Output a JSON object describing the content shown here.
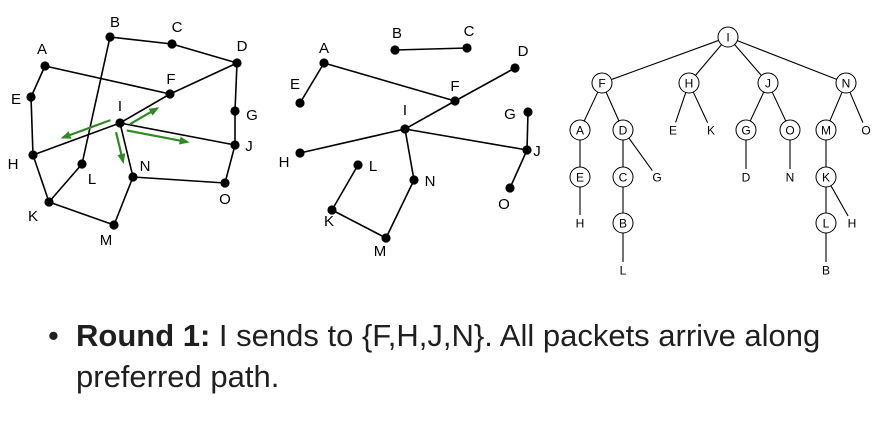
{
  "colors": {
    "edge": "#000000",
    "node": "#000000",
    "arrow": "#2e8b24",
    "text": "#1f1f1f"
  },
  "graphs": [
    {
      "nodes": [
        {
          "id": "A",
          "label": "A"
        },
        {
          "id": "B",
          "label": "B"
        },
        {
          "id": "C",
          "label": "C"
        },
        {
          "id": "D",
          "label": "D"
        },
        {
          "id": "E",
          "label": "E"
        },
        {
          "id": "F",
          "label": "F"
        },
        {
          "id": "G",
          "label": "G"
        },
        {
          "id": "H",
          "label": "H"
        },
        {
          "id": "I",
          "label": "I"
        },
        {
          "id": "J",
          "label": "J"
        },
        {
          "id": "K",
          "label": "K"
        },
        {
          "id": "L",
          "label": "L"
        },
        {
          "id": "M",
          "label": "M"
        },
        {
          "id": "N",
          "label": "N"
        },
        {
          "id": "O",
          "label": "O"
        }
      ],
      "edges": [
        [
          "A",
          "E"
        ],
        [
          "E",
          "H"
        ],
        [
          "H",
          "K"
        ],
        [
          "K",
          "M"
        ],
        [
          "M",
          "N"
        ],
        [
          "N",
          "O"
        ],
        [
          "O",
          "J"
        ],
        [
          "J",
          "G"
        ],
        [
          "G",
          "D"
        ],
        [
          "D",
          "C"
        ],
        [
          "C",
          "B"
        ],
        [
          "B",
          "L"
        ],
        [
          "L",
          "K"
        ],
        [
          "A",
          "F"
        ],
        [
          "F",
          "D"
        ],
        [
          "I",
          "F"
        ],
        [
          "I",
          "H"
        ],
        [
          "I",
          "J"
        ],
        [
          "I",
          "N"
        ]
      ],
      "arrows": [
        {
          "from": "I",
          "to": "F"
        },
        {
          "from": "I",
          "to": "H"
        },
        {
          "from": "I",
          "to": "J"
        },
        {
          "from": "I",
          "to": "N"
        }
      ]
    },
    {
      "nodes": [
        {
          "id": "A",
          "label": "A"
        },
        {
          "id": "B",
          "label": "B"
        },
        {
          "id": "C",
          "label": "C"
        },
        {
          "id": "D",
          "label": "D"
        },
        {
          "id": "E",
          "label": "E"
        },
        {
          "id": "F",
          "label": "F"
        },
        {
          "id": "G",
          "label": "G"
        },
        {
          "id": "H",
          "label": "H"
        },
        {
          "id": "I",
          "label": "I"
        },
        {
          "id": "J",
          "label": "J"
        },
        {
          "id": "K",
          "label": "K"
        },
        {
          "id": "L",
          "label": "L"
        },
        {
          "id": "M",
          "label": "M"
        },
        {
          "id": "N",
          "label": "N"
        },
        {
          "id": "O",
          "label": "O"
        }
      ],
      "edges": [
        [
          "B",
          "C"
        ],
        [
          "F",
          "D"
        ],
        [
          "A",
          "F"
        ],
        [
          "A",
          "E"
        ],
        [
          "I",
          "F"
        ],
        [
          "I",
          "H"
        ],
        [
          "I",
          "J"
        ],
        [
          "G",
          "J"
        ],
        [
          "J",
          "O"
        ],
        [
          "I",
          "N"
        ],
        [
          "N",
          "M"
        ],
        [
          "M",
          "K"
        ],
        [
          "K",
          "L"
        ]
      ]
    }
  ],
  "tree": {
    "nodes": [
      {
        "id": "I",
        "label": "I",
        "circled": true
      },
      {
        "id": "F",
        "label": "F",
        "circled": true
      },
      {
        "id": "H",
        "label": "H",
        "circled": true
      },
      {
        "id": "J",
        "label": "J",
        "circled": true
      },
      {
        "id": "N",
        "label": "N",
        "circled": true
      },
      {
        "id": "A",
        "label": "A",
        "circled": true
      },
      {
        "id": "D1",
        "label": "D",
        "circled": true
      },
      {
        "id": "E1",
        "label": "E",
        "circled": false
      },
      {
        "id": "K1",
        "label": "K",
        "circled": false
      },
      {
        "id": "G",
        "label": "G",
        "circled": true
      },
      {
        "id": "O",
        "label": "O",
        "circled": true
      },
      {
        "id": "M",
        "label": "M",
        "circled": true
      },
      {
        "id": "O2",
        "label": "O",
        "circled": false
      },
      {
        "id": "E2",
        "label": "E",
        "circled": true
      },
      {
        "id": "C",
        "label": "C",
        "circled": true
      },
      {
        "id": "G2",
        "label": "G",
        "circled": false
      },
      {
        "id": "D2",
        "label": "D",
        "circled": false
      },
      {
        "id": "N2",
        "label": "N",
        "circled": false
      },
      {
        "id": "K2",
        "label": "K",
        "circled": true
      },
      {
        "id": "H2",
        "label": "H",
        "circled": false
      },
      {
        "id": "B",
        "label": "B",
        "circled": true
      },
      {
        "id": "L",
        "label": "L",
        "circled": true
      },
      {
        "id": "H3",
        "label": "H",
        "circled": false
      },
      {
        "id": "L2",
        "label": "L",
        "circled": false
      },
      {
        "id": "B2",
        "label": "B",
        "circled": false
      }
    ],
    "edges": [
      [
        "I",
        "F"
      ],
      [
        "I",
        "H"
      ],
      [
        "I",
        "J"
      ],
      [
        "I",
        "N"
      ],
      [
        "F",
        "A"
      ],
      [
        "F",
        "D1"
      ],
      [
        "H",
        "E1"
      ],
      [
        "H",
        "K1"
      ],
      [
        "J",
        "G"
      ],
      [
        "J",
        "O"
      ],
      [
        "N",
        "M"
      ],
      [
        "N",
        "O2"
      ],
      [
        "A",
        "E2"
      ],
      [
        "D1",
        "C"
      ],
      [
        "D1",
        "G2"
      ],
      [
        "G",
        "D2"
      ],
      [
        "O",
        "N2"
      ],
      [
        "M",
        "K2"
      ],
      [
        "E2",
        "H2"
      ],
      [
        "C",
        "B"
      ],
      [
        "K2",
        "L"
      ],
      [
        "K2",
        "H3"
      ],
      [
        "B",
        "L2"
      ],
      [
        "L",
        "B2"
      ]
    ]
  },
  "caption": {
    "bullet": "•",
    "round": "Round 1:",
    "text": " I sends to {F,H,J,N}. All packets arrive along preferred path."
  }
}
